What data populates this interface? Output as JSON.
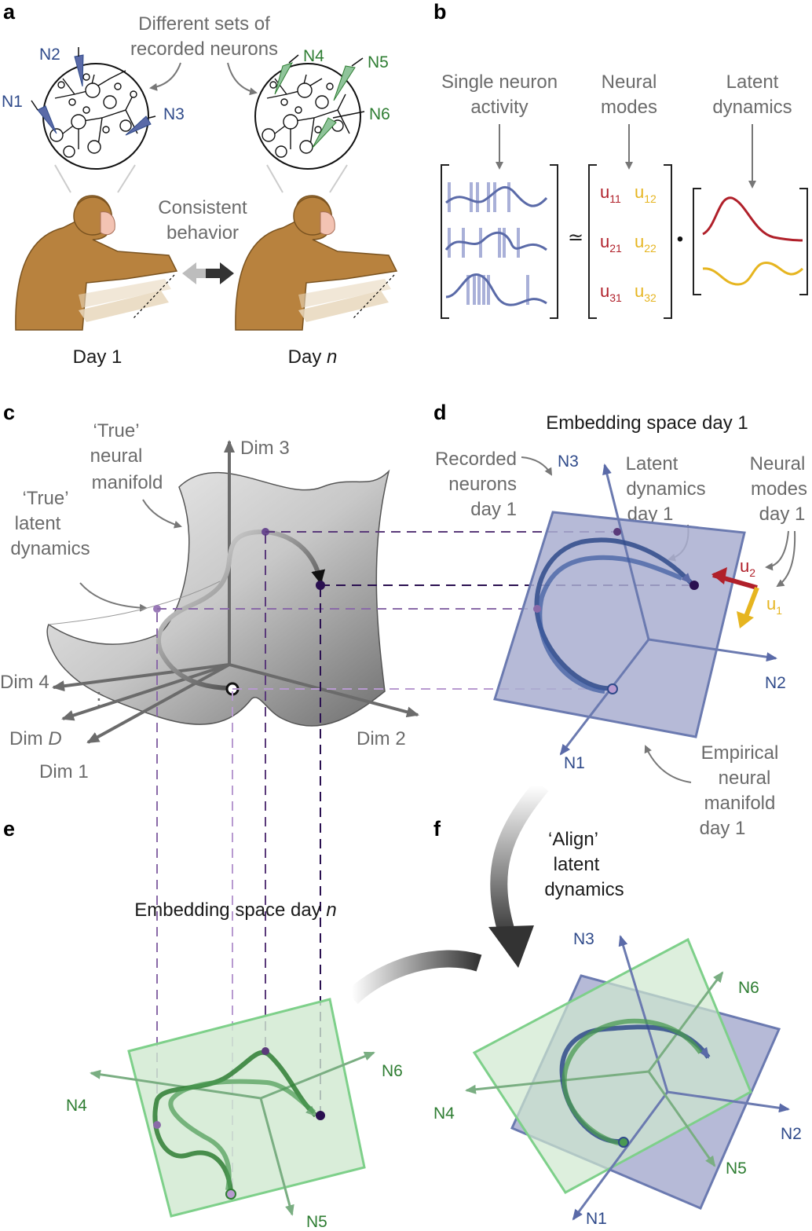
{
  "panels": {
    "a": {
      "letter": "a",
      "caption": "Different sets of recorded neurons",
      "caption_line1": "Different sets of",
      "caption_line2": "recorded neurons",
      "behavior_line1": "Consistent",
      "behavior_line2": "behavior",
      "day1": "Day 1",
      "dayn_prefix": "Day ",
      "dayn_var": "n",
      "neurons_day1": [
        "N1",
        "N2",
        "N3"
      ],
      "neurons_dayn": [
        "N4",
        "N5",
        "N6"
      ]
    },
    "b": {
      "letter": "b",
      "single_neuron_line1": "Single neuron",
      "single_neuron_line2": "activity",
      "neural_modes_line1": "Neural",
      "neural_modes_line2": "modes",
      "latent_line1": "Latent",
      "latent_line2": "dynamics",
      "approx": "≃",
      "dot": "•",
      "matrix": [
        [
          "u11",
          "u12"
        ],
        [
          "u21",
          "u22"
        ],
        [
          "u31",
          "u32"
        ]
      ]
    },
    "c": {
      "letter": "c",
      "true_manifold_line1": "‘True’",
      "true_manifold_line2": "neural",
      "true_manifold_line3": "manifold",
      "true_latent_line1": "‘True’",
      "true_latent_line2": "latent",
      "true_latent_line3": "dynamics",
      "dim3": "Dim 3",
      "dim2": "Dim 2",
      "dim1": "Dim 1",
      "dim4": "Dim 4",
      "dimD_prefix": "Dim ",
      "dimD_var": "D",
      "ellipsis": "⋮"
    },
    "d": {
      "letter": "d",
      "title": "Embedding space day 1",
      "recorded_line1": "Recorded",
      "recorded_line2": "neurons",
      "recorded_line3": "day 1",
      "latent_line1": "Latent",
      "latent_line2": "dynamics",
      "latent_line3": "day 1",
      "modes_line1": "Neural",
      "modes_line2": "modes",
      "modes_line3": "day 1",
      "empirical_line1": "Empirical",
      "empirical_line2": "neural",
      "empirical_line3": "manifold",
      "empirical_line4": "day 1",
      "u2": "u",
      "u2_sub": "2",
      "u1": "u",
      "u1_sub": "1",
      "axes": [
        "N1",
        "N2",
        "N3"
      ]
    },
    "e": {
      "letter": "e",
      "title_prefix": "Embedding space day ",
      "title_var": "n",
      "axes": [
        "N4",
        "N5",
        "N6"
      ]
    },
    "f": {
      "letter": "f",
      "align_line1": "‘Align’",
      "align_line2": "latent",
      "align_line3": "dynamics",
      "axes": [
        "N1",
        "N2",
        "N3",
        "N4",
        "N5",
        "N6"
      ]
    }
  },
  "colors": {
    "blue": "#2f4a8a",
    "green": "#2e7d32",
    "red": "#b0202a",
    "yellow": "#e6b520",
    "gray": "#6b6b6b",
    "purple_dark": "#3a1f5c",
    "purple_mid": "#7a5a9a",
    "purple_light": "#b89ad0"
  }
}
